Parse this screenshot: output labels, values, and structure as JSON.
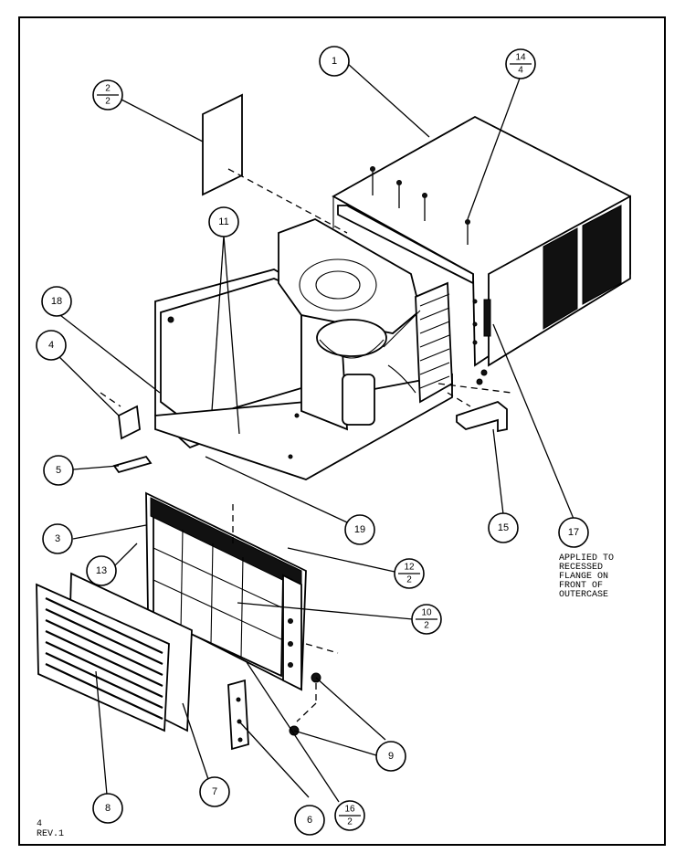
{
  "callouts": {
    "c1": "1",
    "c3": "3",
    "c4": "4",
    "c5": "5",
    "c6": "6",
    "c7": "7",
    "c8": "8",
    "c9": "9",
    "c11": "11",
    "c13": "13",
    "c15": "15",
    "c17": "17",
    "c18": "18",
    "c19": "19",
    "f2_top": "2",
    "f2_bot": "2",
    "f14_top": "14",
    "f14_bot": "4",
    "f12_top": "12",
    "f12_bot": "2",
    "f10_top": "10",
    "f10_bot": "2",
    "f16_top": "16",
    "f16_bot": "2"
  },
  "note": "APPLIED TO\nRECESSED\nFLANGE ON\nFRONT OF\nOUTERCASE",
  "footer": {
    "code": "4",
    "rev": "REV.1"
  }
}
